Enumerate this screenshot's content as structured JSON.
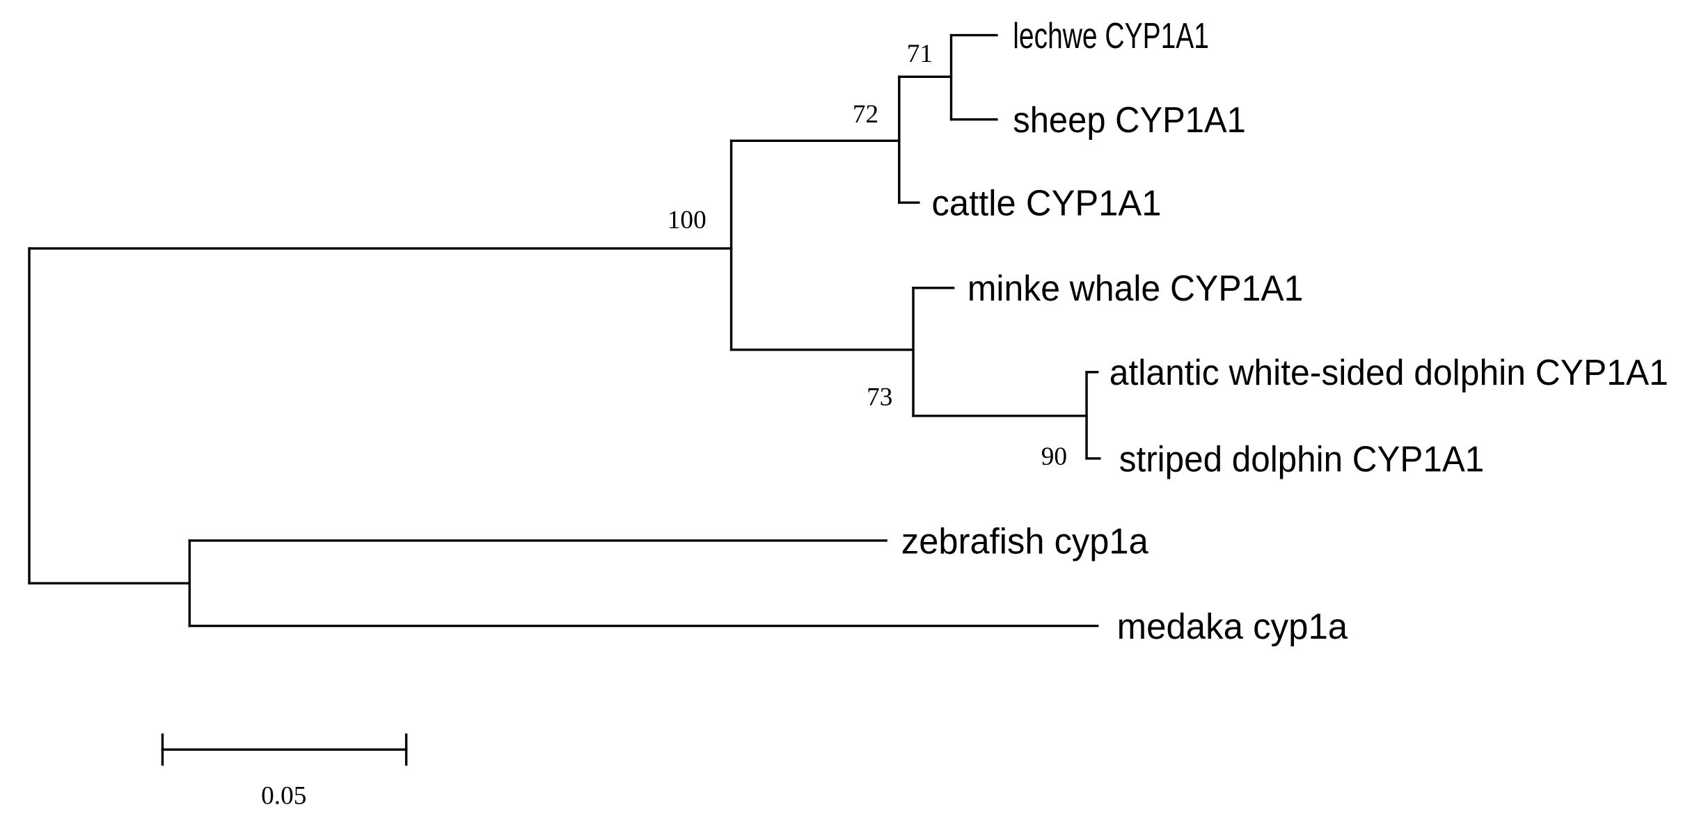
{
  "tree": {
    "leaves": {
      "lechwe": "lechwe CYP1A1",
      "sheep": "sheep CYP1A1",
      "cattle": "cattle CYP1A1",
      "minke": "minke whale CYP1A1",
      "atlantic": "atlantic white-sided dolphin CYP1A1",
      "striped": "striped dolphin CYP1A1",
      "zebrafish": "zebrafish cyp1a",
      "medaka": "medaka cyp1a"
    },
    "bootstrap": {
      "lechwe_sheep": "71",
      "bovid": "72",
      "mammals": "100",
      "cetaceans": "73",
      "dolphins": "90"
    },
    "scale_bar": {
      "label": "0.05",
      "value": 0.05
    }
  }
}
